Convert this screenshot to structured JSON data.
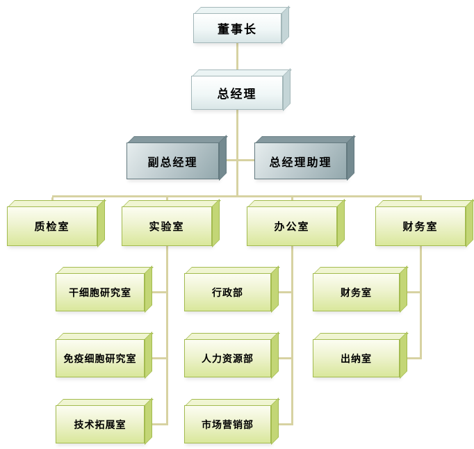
{
  "diagram": {
    "type": "org-chart",
    "nodes": {
      "chairman": {
        "label": "董事长"
      },
      "general_manager": {
        "label": "总经理"
      },
      "deputy_gm": {
        "label": "副总经理"
      },
      "gm_assistant": {
        "label": "总经理助理"
      },
      "quality_room": {
        "label": "质检室"
      },
      "laboratory": {
        "label": "实验室"
      },
      "office": {
        "label": "办公室"
      },
      "finance_room": {
        "label": "财务室"
      },
      "stem_cell_lab": {
        "label": "干细胞研究室"
      },
      "immune_cell_lab": {
        "label": "免疫细胞研究室"
      },
      "tech_expansion": {
        "label": "技术拓展室"
      },
      "admin_dept": {
        "label": "行政部"
      },
      "hr_dept": {
        "label": "人力资源部"
      },
      "marketing_dept": {
        "label": "市场营销部"
      },
      "finance_sub": {
        "label": "财务室"
      },
      "cashier": {
        "label": "出纳室"
      }
    },
    "hierarchy": {
      "chairman": [
        "general_manager"
      ],
      "general_manager": [
        "deputy_gm",
        "gm_assistant",
        "quality_room",
        "laboratory",
        "office",
        "finance_room"
      ],
      "laboratory": [
        "stem_cell_lab",
        "immune_cell_lab",
        "tech_expansion"
      ],
      "office": [
        "admin_dept",
        "hr_dept",
        "marketing_dept"
      ],
      "finance_room": [
        "finance_sub",
        "cashier"
      ]
    },
    "colors": {
      "connector": "#d7d2a2",
      "cyan_box_face": "#e9f2f2",
      "gray_box_face": "#a9bcc0",
      "green_box_face": "#e4edb5",
      "green_edge": "#a3bb4f",
      "text": "#000000"
    }
  }
}
